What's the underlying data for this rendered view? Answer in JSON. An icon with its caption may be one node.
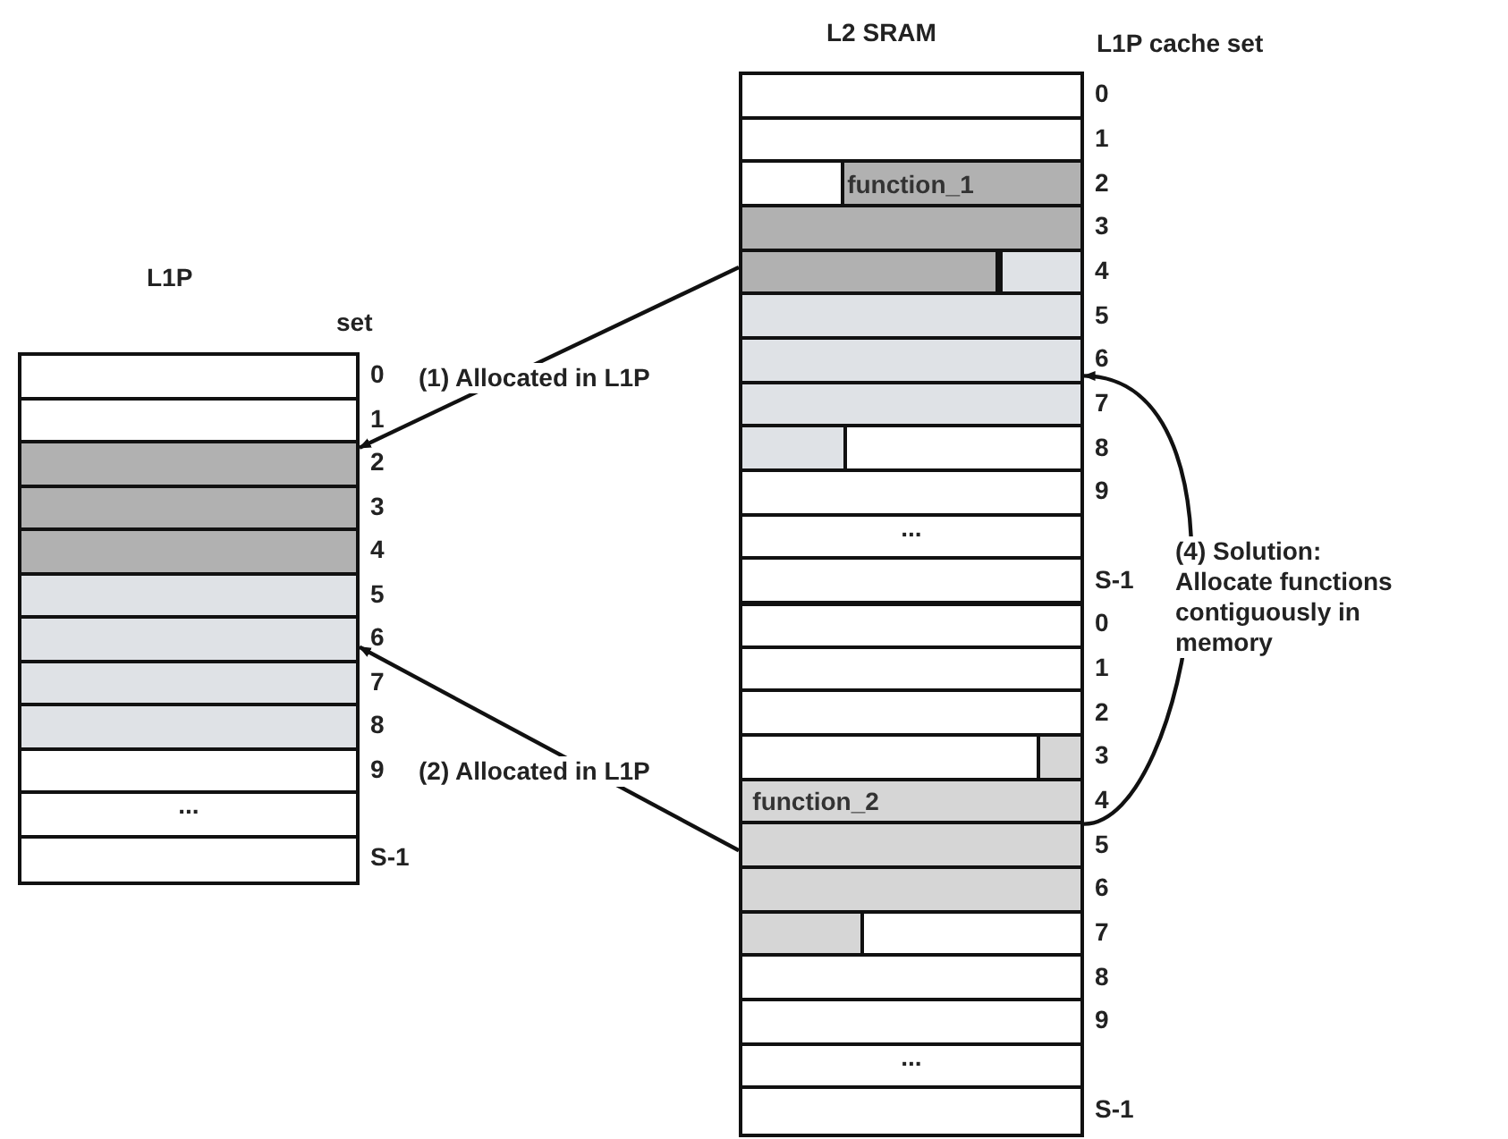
{
  "diagram": {
    "nodes": [
      {
        "text": [
          "L1P"
        ]
      },
      {
        "text": [],
        "shape": "box",
        "in": 0,
        "beside": [
          "0"
        ]
      },
      {
        "text": [],
        "shape": "box",
        "in": 0,
        "beside": [
          "1"
        ]
      },
      {
        "text": [],
        "shape": "box",
        "in": 0,
        "beside": [
          "2"
        ]
      },
      {
        "text": [],
        "shape": "box",
        "in": 0,
        "beside": [
          "3"
        ]
      },
      {
        "text": [],
        "shape": "box",
        "in": 0,
        "beside": [
          "4"
        ]
      },
      {
        "text": [],
        "shape": "box",
        "in": 0,
        "beside": [
          "5"
        ]
      },
      {
        "text": [],
        "shape": "box",
        "in": 0,
        "beside": [
          "6"
        ]
      },
      {
        "text": [],
        "shape": "box",
        "in": 0,
        "beside": [
          "7"
        ]
      },
      {
        "text": [],
        "shape": "box",
        "in": 0,
        "beside": [
          "8"
        ]
      },
      {
        "text": [],
        "shape": "box",
        "in": 0,
        "beside": [
          "9"
        ]
      },
      {
        "text": [
          "..."
        ],
        "in": 0
      },
      {
        "text": [],
        "shape": "box",
        "in": 0,
        "beside": [
          "S-1"
        ]
      },
      {
        "text": [
          "L2 SRAM"
        ]
      },
      {
        "text": [],
        "shape": "box",
        "in": 13,
        "beside": [
          "0"
        ]
      },
      {
        "text": [],
        "shape": "box",
        "in": 13,
        "beside": [
          "1"
        ]
      },
      {
        "text": [
          "function_1"
        ],
        "in": 13,
        "beside": [
          "2"
        ]
      },
      {
        "text": [],
        "shape": "box",
        "in": 13,
        "beside": [
          "3"
        ]
      },
      {
        "text": [],
        "shape": "box",
        "in": 13,
        "beside": [
          "4"
        ]
      },
      {
        "text": [],
        "shape": "box",
        "in": 13,
        "beside": [
          "5"
        ]
      },
      {
        "text": [],
        "shape": "box",
        "in": 13,
        "beside": [
          "6"
        ]
      },
      {
        "text": [],
        "shape": "box",
        "in": 13,
        "beside": [
          "7"
        ]
      },
      {
        "text": [],
        "shape": "box",
        "in": 13,
        "beside": [
          "8"
        ]
      },
      {
        "text": [],
        "shape": "box",
        "in": 13,
        "beside": [
          "9"
        ]
      },
      {
        "text": [
          "..."
        ],
        "in": 13
      },
      {
        "text": [],
        "shape": "box",
        "in": 13,
        "beside": [
          "S-1"
        ]
      },
      {
        "text": [],
        "shape": "box",
        "in": 13,
        "beside": [
          "0"
        ]
      },
      {
        "text": [],
        "shape": "box",
        "in": 13,
        "beside": [
          "1"
        ]
      },
      {
        "text": [],
        "shape": "box",
        "in": 13,
        "beside": [
          "2"
        ]
      },
      {
        "text": [],
        "shape": "box",
        "in": 13,
        "beside": [
          "3"
        ]
      },
      {
        "text": [
          "function_2"
        ],
        "in": 13,
        "beside": [
          "4"
        ]
      },
      {
        "text": [],
        "shape": "box",
        "in": 13,
        "beside": [
          "5"
        ]
      },
      {
        "text": [],
        "shape": "box",
        "in": 13,
        "beside": [
          "6"
        ]
      },
      {
        "text": [],
        "shape": "box",
        "in": 13,
        "beside": [
          "7"
        ]
      },
      {
        "text": [],
        "shape": "box",
        "in": 13,
        "beside": [
          "8"
        ]
      },
      {
        "text": [],
        "shape": "box",
        "in": 13,
        "beside": [
          "9"
        ]
      },
      {
        "text": [
          "..."
        ],
        "in": 13
      },
      {
        "text": [],
        "shape": "box",
        "in": 13,
        "beside": [
          "S-1"
        ]
      }
    ],
    "edges": [
      {
        "from": 18,
        "to": 3,
        "arrow": "to",
        "label": "(1) Allocated in L1P"
      },
      {
        "from": 31,
        "to": 7,
        "arrow": "to",
        "label": "(2) Allocated in L1P"
      },
      {
        "from": 31,
        "to": 20,
        "arrow": "to",
        "label": "(4) Solution: Allocate functions contiguously in memory"
      }
    ],
    "labels": [
      "L1P cache set",
      "set"
    ]
  }
}
